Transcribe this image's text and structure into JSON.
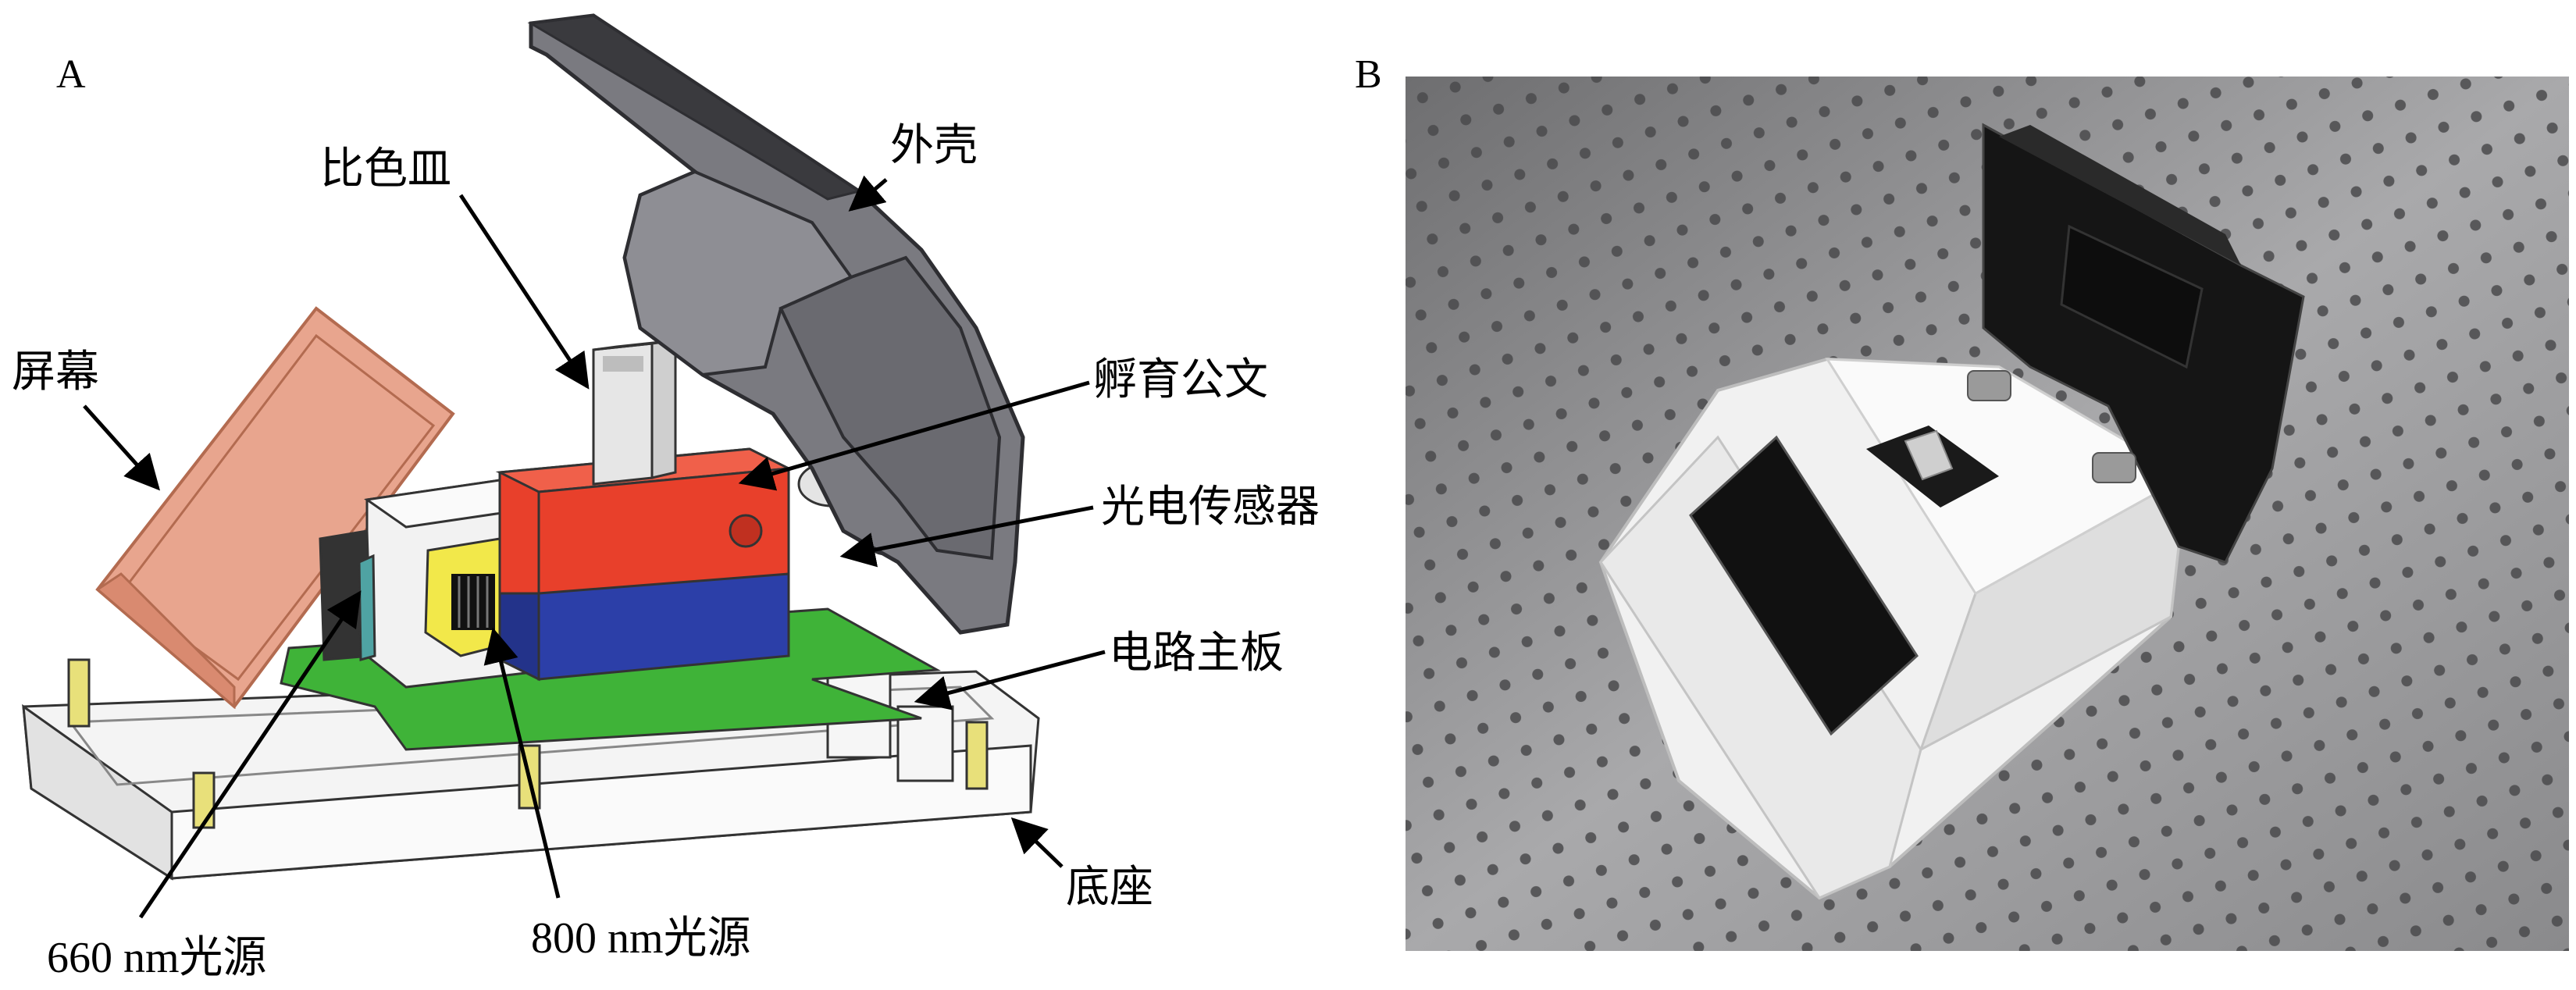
{
  "panels": [
    {
      "id": "A",
      "label": "A"
    },
    {
      "id": "B",
      "label": "B"
    }
  ],
  "labels": {
    "shell": "外壳",
    "cuvette": "比色皿",
    "screen": "屏幕",
    "incubator": "孵育公文",
    "photosensor": "光电传感器",
    "mainboard": "电路主板",
    "base": "底座",
    "source660": "660 nm光源",
    "source800": "800 nm光源"
  },
  "colors": {
    "shell": "#7a7a80",
    "screen": "#e8a58e",
    "incubator_top": "#e8402b",
    "incubator_bottom": "#2c3fa8",
    "board": "#3fb338",
    "base": "#f4f4f4",
    "standoff": "#e8e07a",
    "holder_face": "#f2e84a",
    "photo_bg": "#8e8e90"
  }
}
